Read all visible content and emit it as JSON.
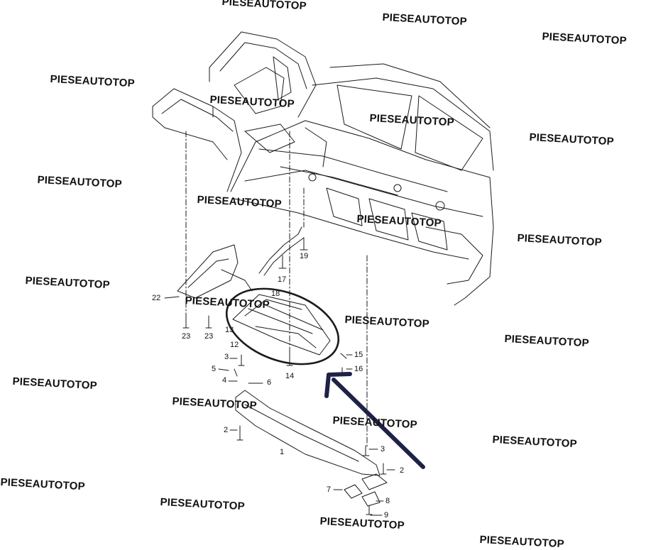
{
  "watermark": {
    "text": "PIESEAUTOTOP"
  },
  "callouts": {
    "c1": "1",
    "c2a": "2",
    "c2b": "2",
    "c3a": "3",
    "c3b": "3",
    "c4": "4",
    "c5": "5",
    "c6": "6",
    "c7": "7",
    "c8": "8",
    "c9": "9",
    "c12": "12",
    "c13": "13",
    "c14": "14",
    "c15": "15",
    "c16": "16",
    "c17": "17",
    "c18": "18",
    "c19": "19",
    "c22": "22",
    "c23a": "23",
    "c23b": "23"
  },
  "colors": {
    "line": "#1a1a1a",
    "arrow": "#1e2247",
    "background": "#ffffff"
  }
}
